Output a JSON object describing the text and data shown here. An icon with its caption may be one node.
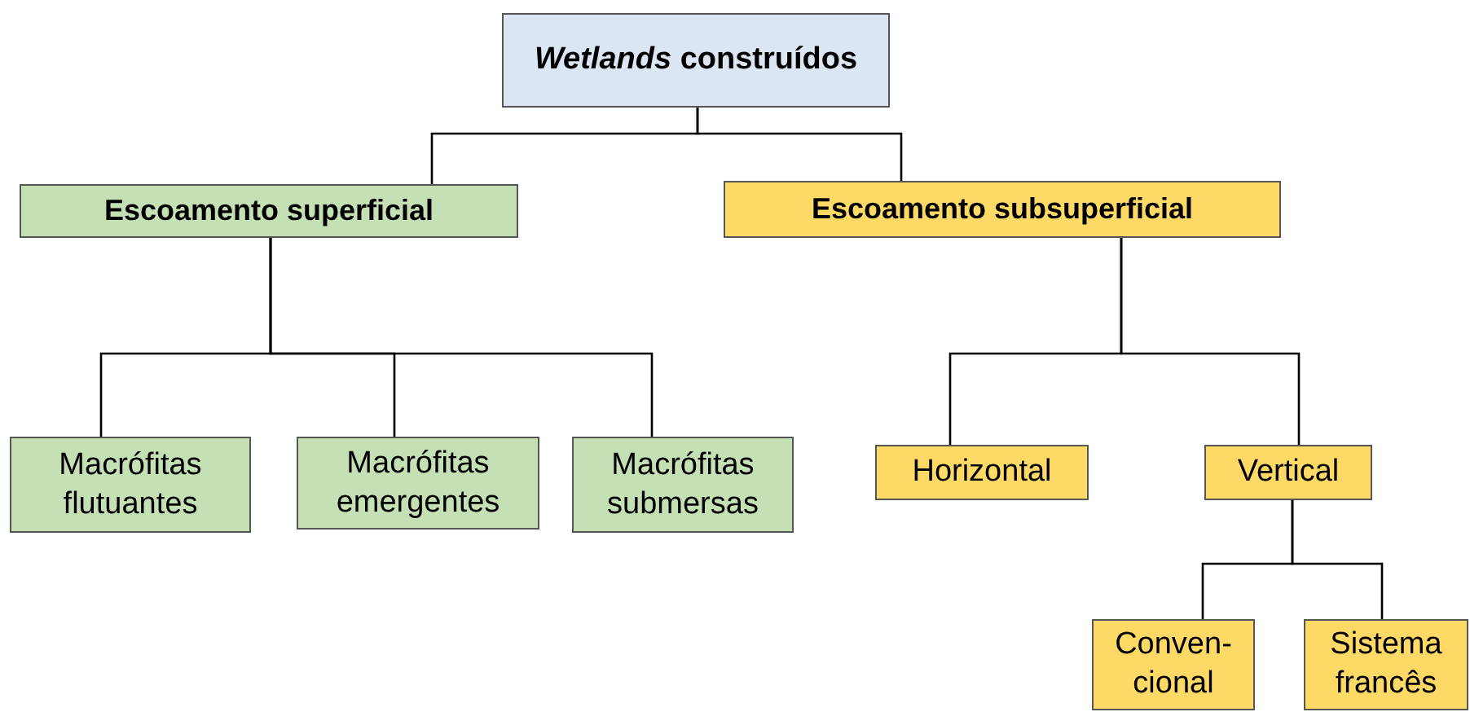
{
  "diagram": {
    "nodes": [
      {
        "text": [
          "*Wetlands* construídos"
        ]
      },
      {
        "text": [
          "Escoamento superficial"
        ]
      },
      {
        "text": [
          "Escoamento subsuperficial"
        ]
      },
      {
        "text": [
          "Macrófitas flutuantes"
        ]
      },
      {
        "text": [
          "Macrófitas emergentes"
        ]
      },
      {
        "text": [
          "Macrófitas submersas"
        ]
      },
      {
        "text": [
          "Horizontal"
        ]
      },
      {
        "text": [
          "Vertical"
        ]
      },
      {
        "text": [
          "Conven- cional"
        ]
      },
      {
        "text": [
          "Sistema francês"
        ]
      }
    ],
    "edges": [
      {
        "from": 0,
        "to": 1,
        "arrow": "none"
      },
      {
        "from": 0,
        "to": 2,
        "arrow": "none"
      },
      {
        "from": 1,
        "to": 3,
        "arrow": "none"
      },
      {
        "from": 1,
        "to": 4,
        "arrow": "none"
      },
      {
        "from": 1,
        "to": 5,
        "arrow": "none"
      },
      {
        "from": 2,
        "to": 6,
        "arrow": "none"
      },
      {
        "from": 2,
        "to": 7,
        "arrow": "none"
      },
      {
        "from": 7,
        "to": 8,
        "arrow": "none"
      },
      {
        "from": 7,
        "to": 9,
        "arrow": "none"
      }
    ]
  }
}
